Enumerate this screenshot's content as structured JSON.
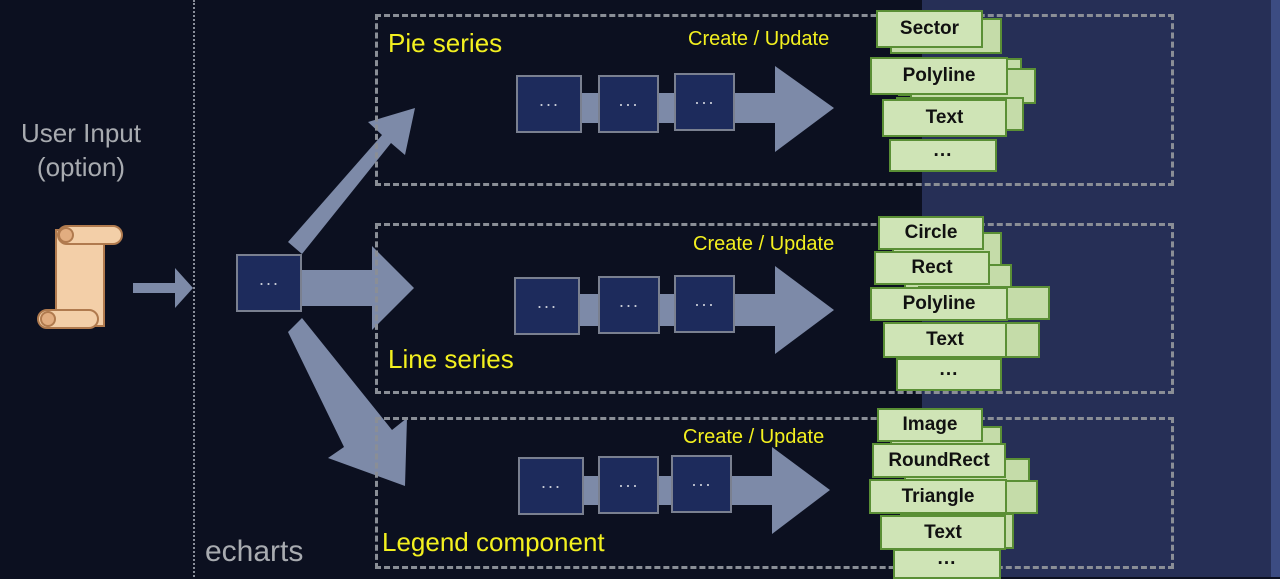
{
  "user_input": {
    "line1": "User Input",
    "line2": "(option)"
  },
  "echarts_label": "echarts",
  "center_box_label": "···",
  "create_update_label": "Create / Update",
  "rows": [
    {
      "title": "Pie series",
      "boxes": [
        "···",
        "···",
        "···"
      ],
      "elements": [
        "Sector",
        "Polyline",
        "Text",
        "···"
      ]
    },
    {
      "title": "Line series",
      "boxes": [
        "···",
        "···",
        "···"
      ],
      "elements": [
        "Circle",
        "Rect",
        "Polyline",
        "Text",
        "···"
      ]
    },
    {
      "title": "Legend component",
      "boxes": [
        "···",
        "···",
        "···"
      ],
      "elements": [
        "Image",
        "RoundRect",
        "Triangle",
        "Text",
        "···"
      ]
    }
  ],
  "colors": {
    "background": "#0c1020",
    "right_panel": "#262f56",
    "title_yellow": "#f3f01f",
    "green_box": "#cfe4b6",
    "navy_box": "#1d2b5c",
    "arrow": "#7d8aa8"
  },
  "icons": {
    "scroll": "scroll-icon"
  }
}
